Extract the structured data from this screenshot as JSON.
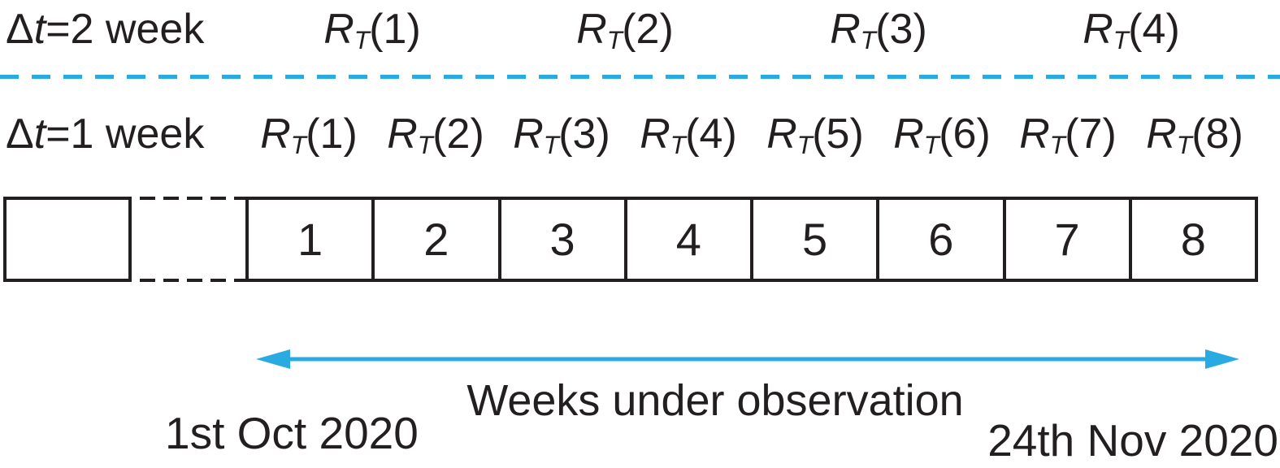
{
  "colors": {
    "accent_blue": "#29abe2",
    "ink": "#231f20"
  },
  "top_row": {
    "interval": {
      "prefix": "Δ",
      "symbol": "t",
      "suffix": "=2 week"
    },
    "labels": [
      {
        "base": "R",
        "sub": "T",
        "arg": "(1)"
      },
      {
        "base": "R",
        "sub": "T",
        "arg": "(2)"
      },
      {
        "base": "R",
        "sub": "T",
        "arg": "(3)"
      },
      {
        "base": "R",
        "sub": "T",
        "arg": "(4)"
      }
    ]
  },
  "bottom_row": {
    "interval": {
      "prefix": "Δ",
      "symbol": "t",
      "suffix": "=1 week"
    },
    "labels": [
      {
        "base": "R",
        "sub": "T",
        "arg": "(1)"
      },
      {
        "base": "R",
        "sub": "T",
        "arg": "(2)"
      },
      {
        "base": "R",
        "sub": "T",
        "arg": "(3)"
      },
      {
        "base": "R",
        "sub": "T",
        "arg": "(4)"
      },
      {
        "base": "R",
        "sub": "T",
        "arg": "(5)"
      },
      {
        "base": "R",
        "sub": "T",
        "arg": "(6)"
      },
      {
        "base": "R",
        "sub": "T",
        "arg": "(7)"
      },
      {
        "base": "R",
        "sub": "T",
        "arg": "(8)"
      }
    ]
  },
  "timeline": {
    "week_numbers": [
      "1",
      "2",
      "3",
      "4",
      "5",
      "6",
      "7",
      "8"
    ]
  },
  "axis": {
    "caption": "Weeks under observation",
    "start_date": "1st Oct 2020",
    "end_date": "24th Nov 2020"
  }
}
